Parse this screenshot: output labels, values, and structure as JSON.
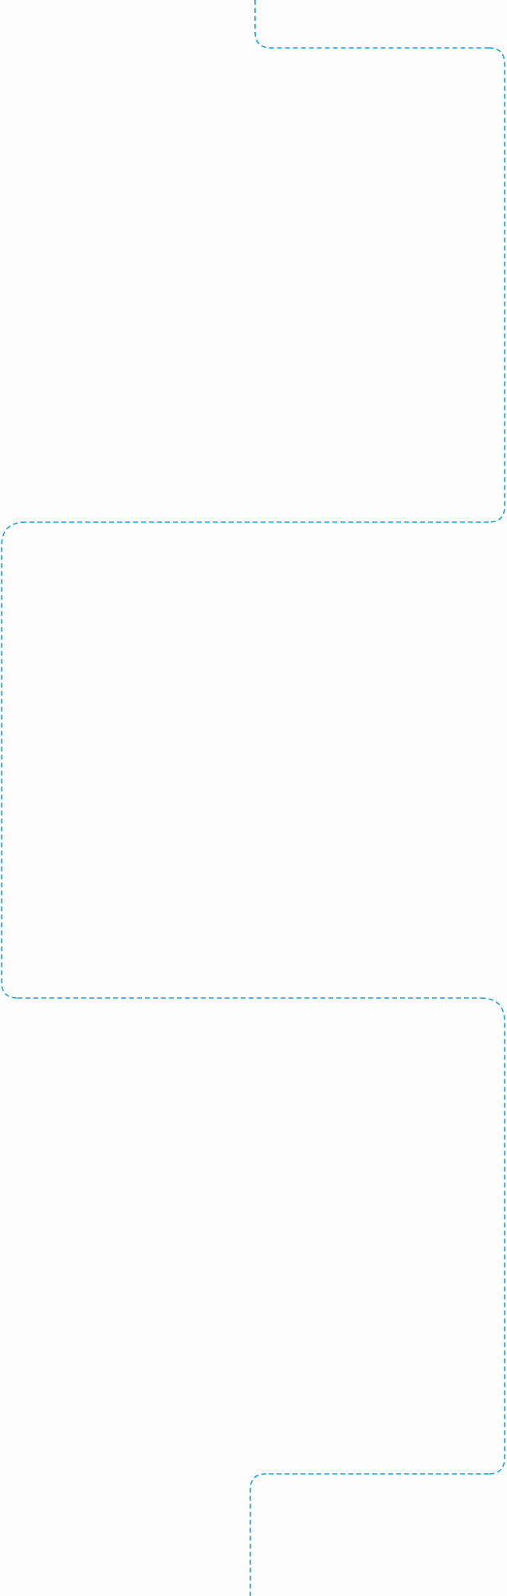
{
  "diagram": {
    "line_color": "#1aa3dc",
    "background_color": "#fdfdfd",
    "line_style": "dashed",
    "shape": "serpentine",
    "segments": [
      {
        "id": "stem-top",
        "direction": "down"
      },
      {
        "id": "run-1",
        "direction": "right"
      },
      {
        "id": "drop-1",
        "direction": "down",
        "side": "right"
      },
      {
        "id": "run-2",
        "direction": "left"
      },
      {
        "id": "drop-2",
        "direction": "down",
        "side": "left"
      },
      {
        "id": "run-3",
        "direction": "right"
      },
      {
        "id": "drop-3",
        "direction": "down",
        "side": "right"
      },
      {
        "id": "run-4",
        "direction": "left"
      },
      {
        "id": "stem-bottom",
        "direction": "down"
      }
    ]
  }
}
